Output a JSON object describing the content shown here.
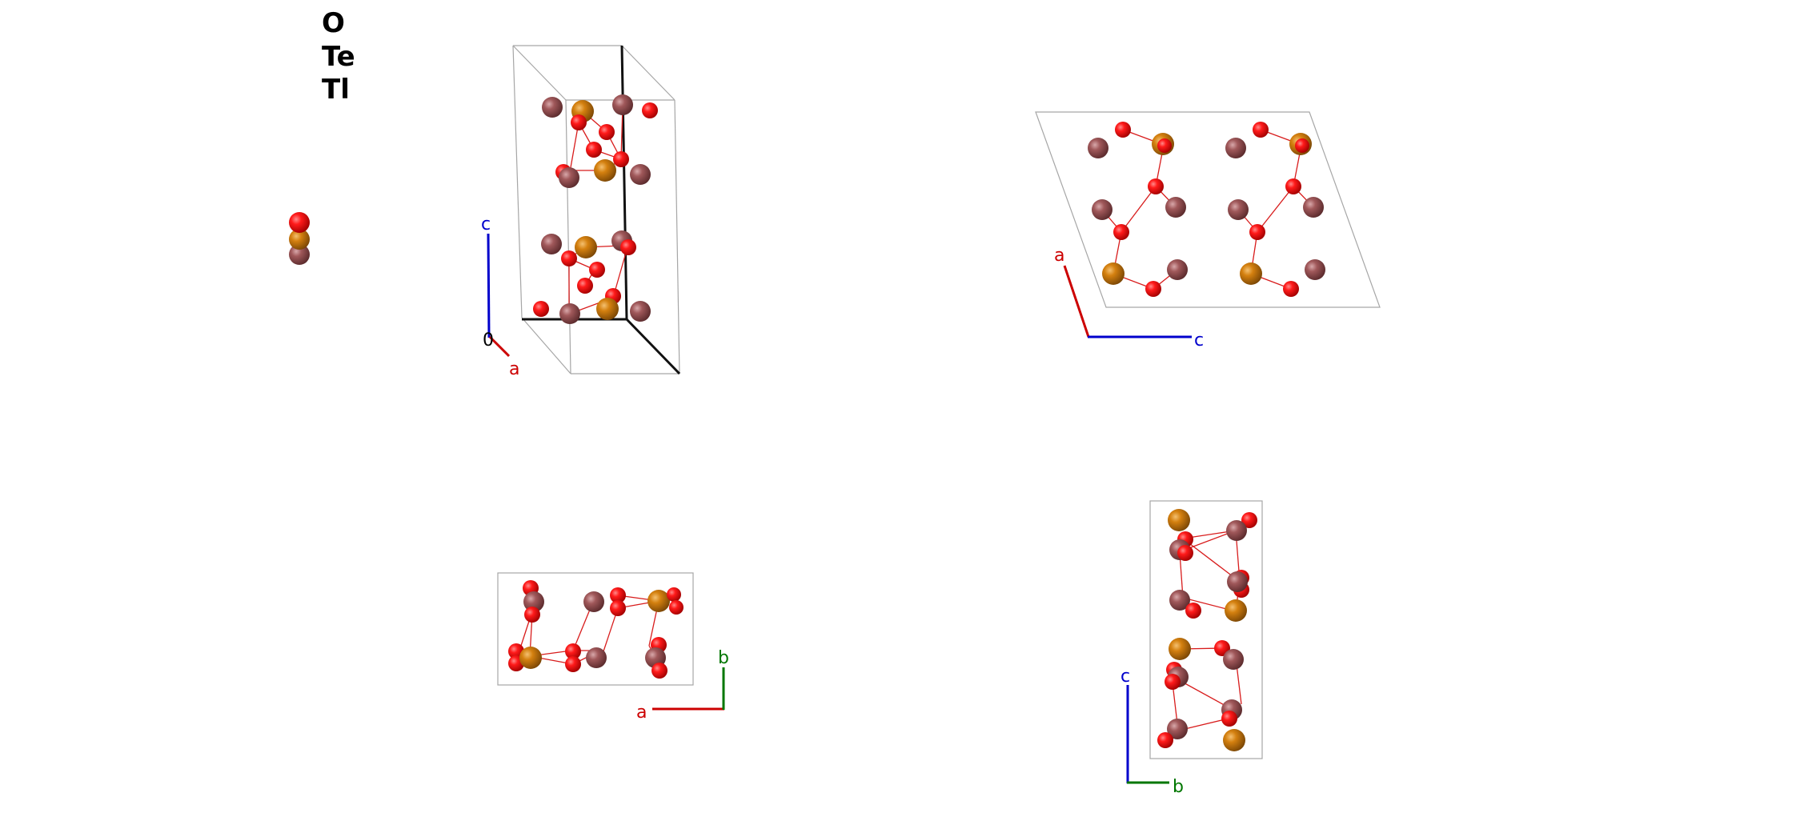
{
  "legend": {
    "elements": [
      {
        "symbol": "O",
        "color": "#ff0d0d"
      },
      {
        "symbol": "Te",
        "color": "#d4800f"
      },
      {
        "symbol": "Tl",
        "color": "#a0585a"
      }
    ]
  },
  "colors": {
    "O": "#ff0d0d",
    "Te": "#d4800f",
    "Tl": "#a0585a",
    "bond": "#d81c1c",
    "cell": "#a6a6a6",
    "axis_a": "#cc0000",
    "axis_b": "#007700",
    "axis_c": "#0000cc"
  },
  "views": {
    "perspective": {
      "axis_a": "a",
      "axis_c": "c",
      "origin": "0"
    },
    "b_axis": {
      "axis_a": "a",
      "axis_c": "c"
    },
    "c_axis": {
      "axis_a": "a",
      "axis_b": "b"
    },
    "a_axis": {
      "axis_b": "b",
      "axis_c": "c"
    }
  }
}
